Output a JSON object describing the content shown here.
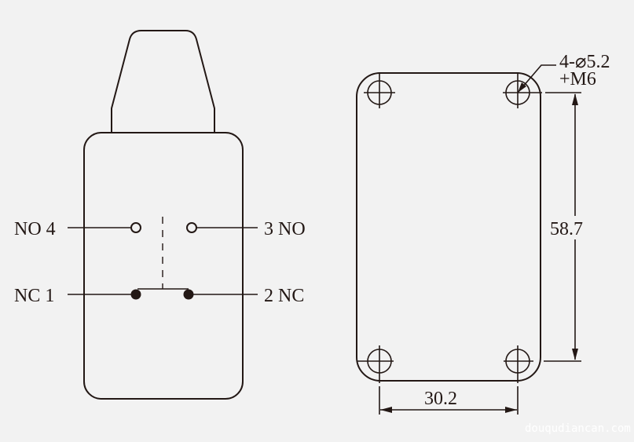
{
  "switch_diagram": {
    "terminals": {
      "no4": "NO 4",
      "no3": "3 NO",
      "nc1": "NC 1",
      "nc2": "2 NC"
    }
  },
  "mounting_diagram": {
    "hole_spec_line1": "4-⌀5.2",
    "hole_spec_line2": "+M6",
    "height_dimension": "58.7",
    "width_dimension": "30.2"
  },
  "watermark": "douqudiancan.com",
  "colors": {
    "line": "#231815",
    "background": "#f2f2f2"
  }
}
